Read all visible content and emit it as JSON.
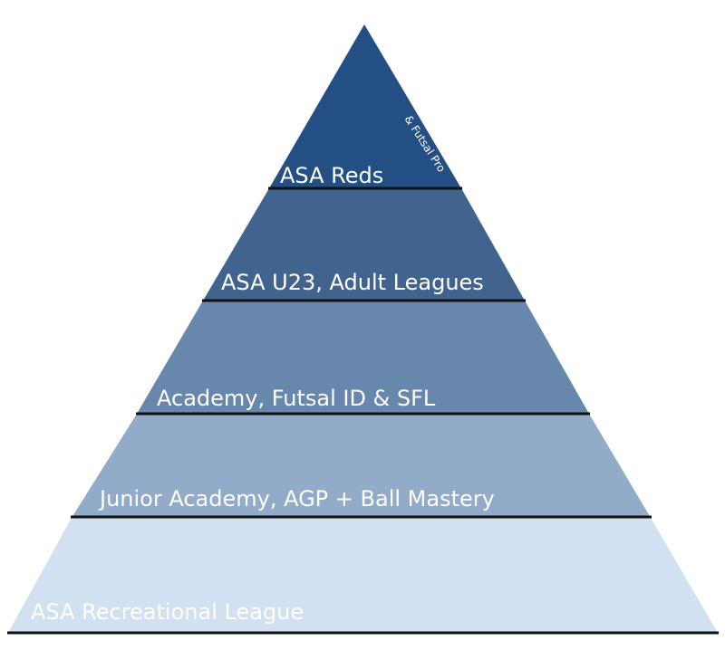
{
  "tiers": [
    {
      "label": "ASA Reds",
      "note": "& Futsal Pro",
      "color": "#234f85"
    },
    {
      "label": "ASA U23, Adult Leagues",
      "color": "#41648f"
    },
    {
      "label": "Academy, Futsal ID & SFL",
      "color": "#6787ad"
    },
    {
      "label": "Junior Academy, AGP + Ball Mastery",
      "color": "#91abc8"
    },
    {
      "label": "ASA Recreational League",
      "color": "#d1e1f1"
    }
  ]
}
